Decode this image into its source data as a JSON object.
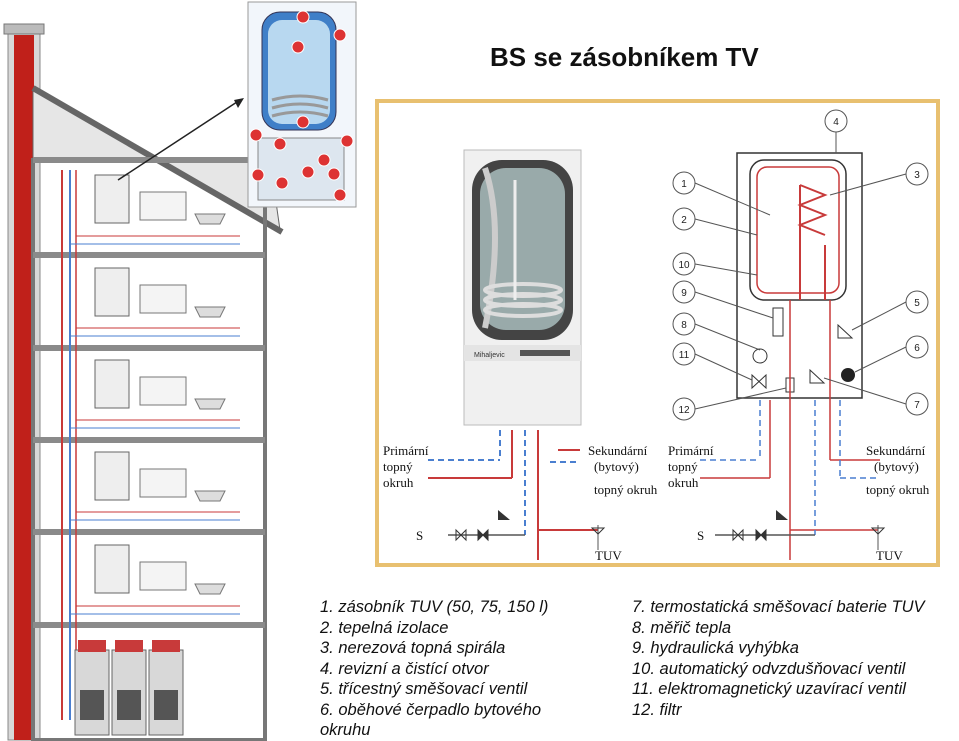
{
  "title": "BS se zásobníkem TV",
  "legend_left": [
    "1. zásobník TUV (50, 75, 150 l)",
    "2. tepelná izolace",
    "3. nerezová topná spirála",
    "4. revizní a čistící otvor",
    "5. třícestný směšovací ventil",
    "6. oběhové čerpadlo bytového",
    "okruhu"
  ],
  "legend_right": [
    "7. termostatická směšovací baterie TUV",
    "8. měřič tepla",
    "9. hydraulická vyhýbka",
    "10. automatický odvzdušňovací ventil",
    "11. elektromagnetický uzavírací ventil",
    "12. filtr"
  ],
  "schematic": {
    "labels": {
      "primary_line1": "Primární",
      "primary_line2": "topný",
      "primary_line3": "okruh",
      "secondary_line1": "Sekundární",
      "secondary_line2": "(bytový)",
      "secondary_line3": "topný okruh",
      "supply": "S",
      "hot_water": "TUV"
    },
    "callouts": [
      "1",
      "2",
      "3",
      "4",
      "5",
      "6",
      "7",
      "8",
      "9",
      "10",
      "11",
      "12"
    ],
    "panel_brand": "Mihaljevic"
  },
  "colors": {
    "chimney": "#c0201a",
    "pipe_red": "#c83a3a",
    "pipe_blue": "#4a7fd0",
    "frame": "#e8c070",
    "building": "#7a7a7a"
  }
}
